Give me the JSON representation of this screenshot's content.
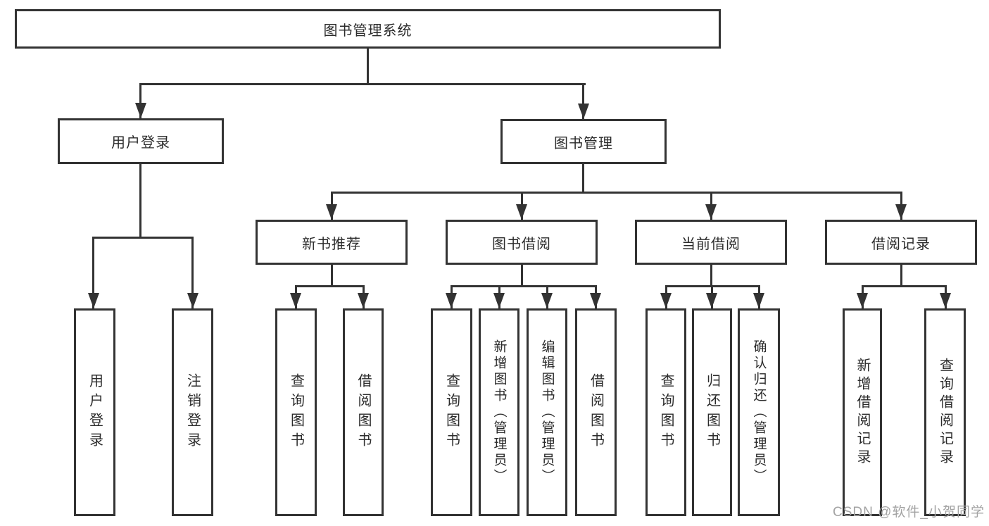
{
  "diagram": {
    "root": {
      "label": "图书管理系统"
    },
    "branches": [
      {
        "label": "用户登录",
        "children": [
          {
            "label": "用户登录"
          },
          {
            "label": "注销登录"
          }
        ]
      },
      {
        "label": "图书管理",
        "children": [
          {
            "label": "新书推荐",
            "children": [
              {
                "label": "查询图书"
              },
              {
                "label": "借阅图书"
              }
            ]
          },
          {
            "label": "图书借阅",
            "children": [
              {
                "label": "查询图书"
              },
              {
                "label": "新增图书（管理员）"
              },
              {
                "label": "编辑图书（管理员）"
              },
              {
                "label": "借阅图书"
              }
            ]
          },
          {
            "label": "当前借阅",
            "children": [
              {
                "label": "查询图书"
              },
              {
                "label": "归还图书"
              },
              {
                "label": "确认归还（管理员）"
              }
            ]
          },
          {
            "label": "借阅记录",
            "children": [
              {
                "label": "新增借阅记录"
              },
              {
                "label": "查询借阅记录"
              }
            ]
          }
        ]
      }
    ]
  },
  "watermark": {
    "text": "CSDN @软件_小贺同学"
  },
  "colors": {
    "line": "#333333",
    "text": "#2b2b2b",
    "watermark": "#a3a3a3",
    "background": "#ffffff"
  }
}
